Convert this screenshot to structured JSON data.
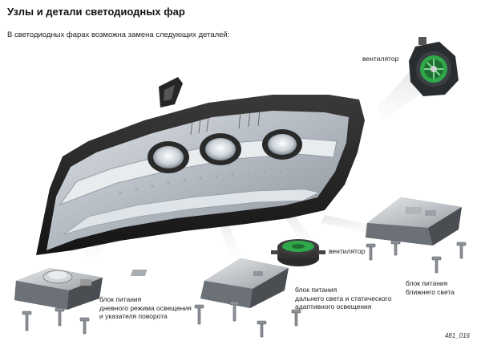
{
  "header": {
    "title": "Узлы и детали светодиодных фар",
    "subtitle": "В светодиодных фарах возможна замена следующих деталей:"
  },
  "labels": {
    "fan_top": "вентилятор",
    "fan_middle": "вентилятор",
    "drl_unit": [
      "блок питания",
      "дневного режима освещения",
      "и указателя поворота"
    ],
    "high_beam_unit": [
      "блок питания",
      "дальнего света и статического",
      "адаптивного освещения"
    ],
    "low_beam_unit": [
      "блок питания",
      "ближнего света"
    ]
  },
  "figure_id": "481_016",
  "colors": {
    "housing": "#2b2b2b",
    "chrome": "#c8ccd0",
    "fan_green": "#2fa84a",
    "callout": "#d8d8d8"
  }
}
